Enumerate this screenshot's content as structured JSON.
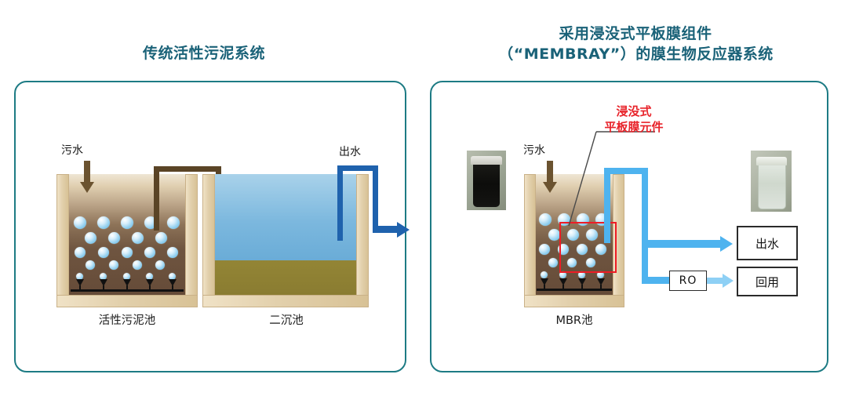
{
  "left_panel": {
    "title": "传统活性污泥系统",
    "inlet_label": "污水",
    "outlet_label": "出水",
    "tank1_caption": "活性污泥池",
    "tank2_caption": "二沉池"
  },
  "right_panel": {
    "title_line1": "采用浸没式平板膜组件",
    "title_line2": "（“MEMBRAY”）的膜生物反应器系统",
    "inlet_label": "污水",
    "tank_caption": "MBR池",
    "annotation_line1": "浸没式",
    "annotation_line2": "平板膜元件",
    "outputs": [
      {
        "label": "出水"
      },
      {
        "label": "回用"
      }
    ],
    "ro_label": "RO",
    "photo_left_alt": "activated-sludge-jar",
    "photo_right_alt": "clear-permeate-jar"
  },
  "colors": {
    "title": "#1a6278",
    "panel_border": "#1d7b84",
    "annotation_red": "#e8232a",
    "red_box": "#ee1c25",
    "sludge_pipe": "#5a4426",
    "effluent_pipe_dark": "#1f62ad",
    "permeate_pipe_light": "#4eb3ef",
    "permeate_pipe_pale": "#8ed0f5",
    "tank_wall": "#e2d0ac",
    "clear_water": "#7cb8de",
    "settled_sludge": "#8a7c31"
  }
}
